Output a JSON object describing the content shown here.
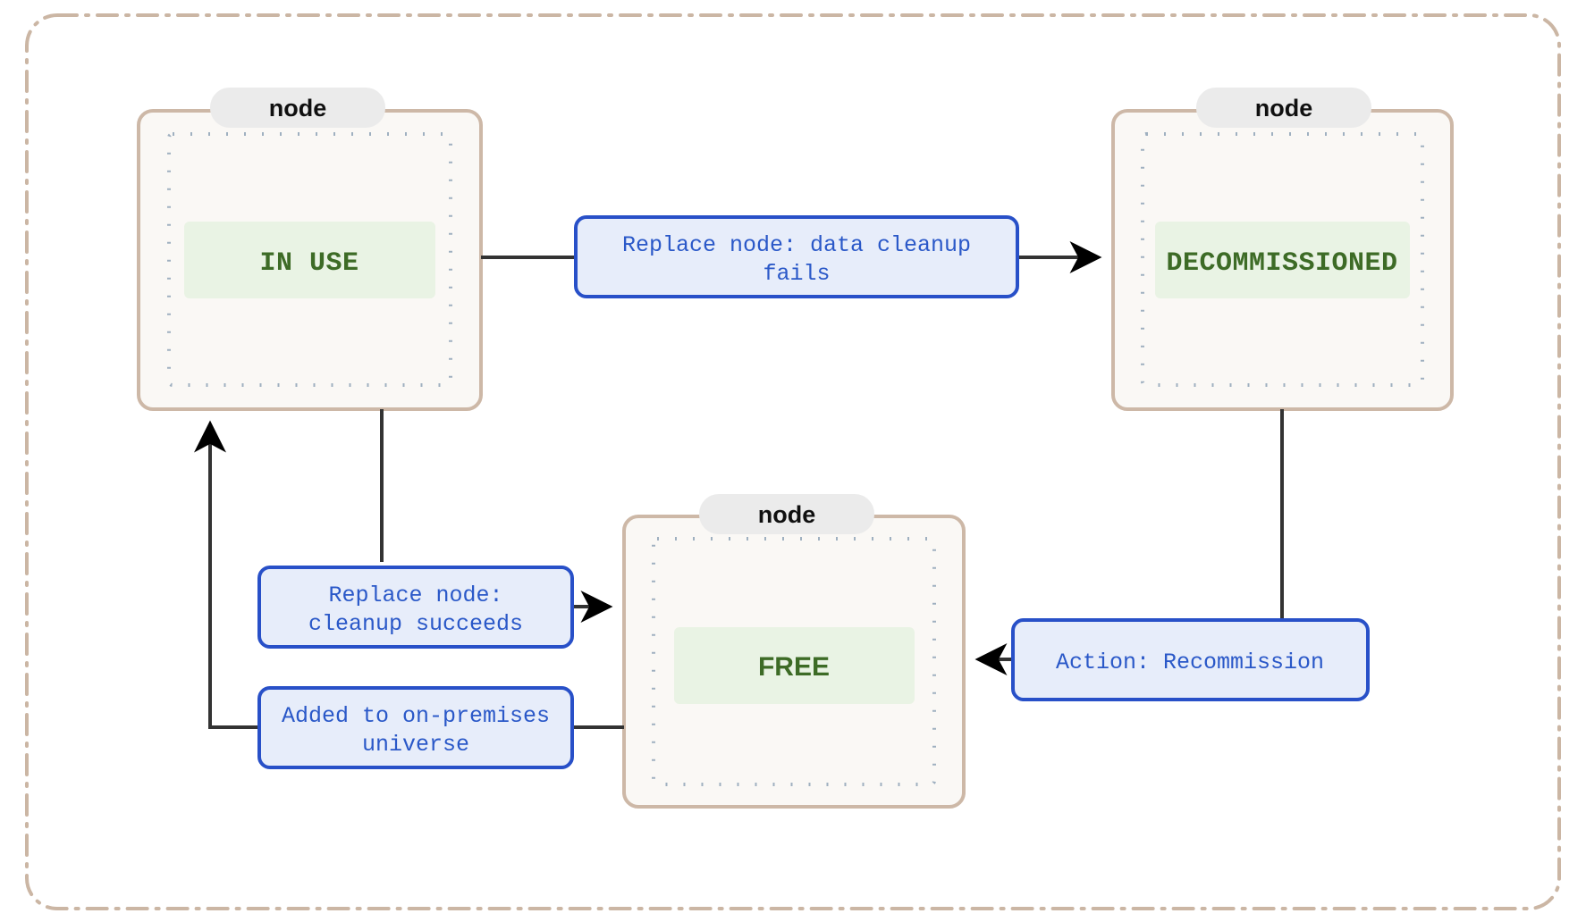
{
  "diagram": {
    "type": "state-diagram",
    "title": "",
    "colors": {
      "outer_border": "#cbb6a4",
      "cluster_border": "#cdb8a7",
      "cluster_fill": "#faf8f5",
      "cluster_title_fill": "#ebebeb",
      "cluster_title_text": "#101010",
      "inner_dotted_border": "#9fb0c0",
      "state_fill": "#e9f3e4",
      "state_text": "#3d6b26",
      "edge_label_fill": "#e7edfa",
      "edge_label_border": "#2850c8",
      "edge_label_text": "#2a58c8",
      "edge_line": "#333333",
      "arrow": "#000000",
      "background": "#ffffff"
    },
    "clusters": [
      {
        "id": "cluster-in-use",
        "title": "node"
      },
      {
        "id": "cluster-decommissioned",
        "title": "node"
      },
      {
        "id": "cluster-free",
        "title": "node"
      }
    ],
    "states": [
      {
        "id": "in-use",
        "label": "IN USE",
        "font": "mono"
      },
      {
        "id": "decommissioned",
        "label": "DECOMMISSIONED",
        "font": "mono"
      },
      {
        "id": "free",
        "label": "FREE",
        "font": "sans"
      }
    ],
    "transitions": [
      {
        "id": "t1",
        "from": "in-use",
        "to": "decommissioned",
        "label_lines": [
          "Replace node: data cleanup",
          "fails"
        ],
        "label_text": "Replace node: data cleanup fails"
      },
      {
        "id": "t2",
        "from": "in-use",
        "to": "free",
        "label_lines": [
          "Replace node:",
          "cleanup succeeds"
        ],
        "label_text": "Replace node: cleanup succeeds"
      },
      {
        "id": "t3",
        "from": "free",
        "to": "in-use",
        "label_lines": [
          "Added to on-premises",
          "universe"
        ],
        "label_text": "Added to on-premises universe"
      },
      {
        "id": "t4",
        "from": "decommissioned",
        "to": "free",
        "label_lines": [
          "Action: Recommission"
        ],
        "label_text": "Action: Recommission"
      }
    ]
  }
}
